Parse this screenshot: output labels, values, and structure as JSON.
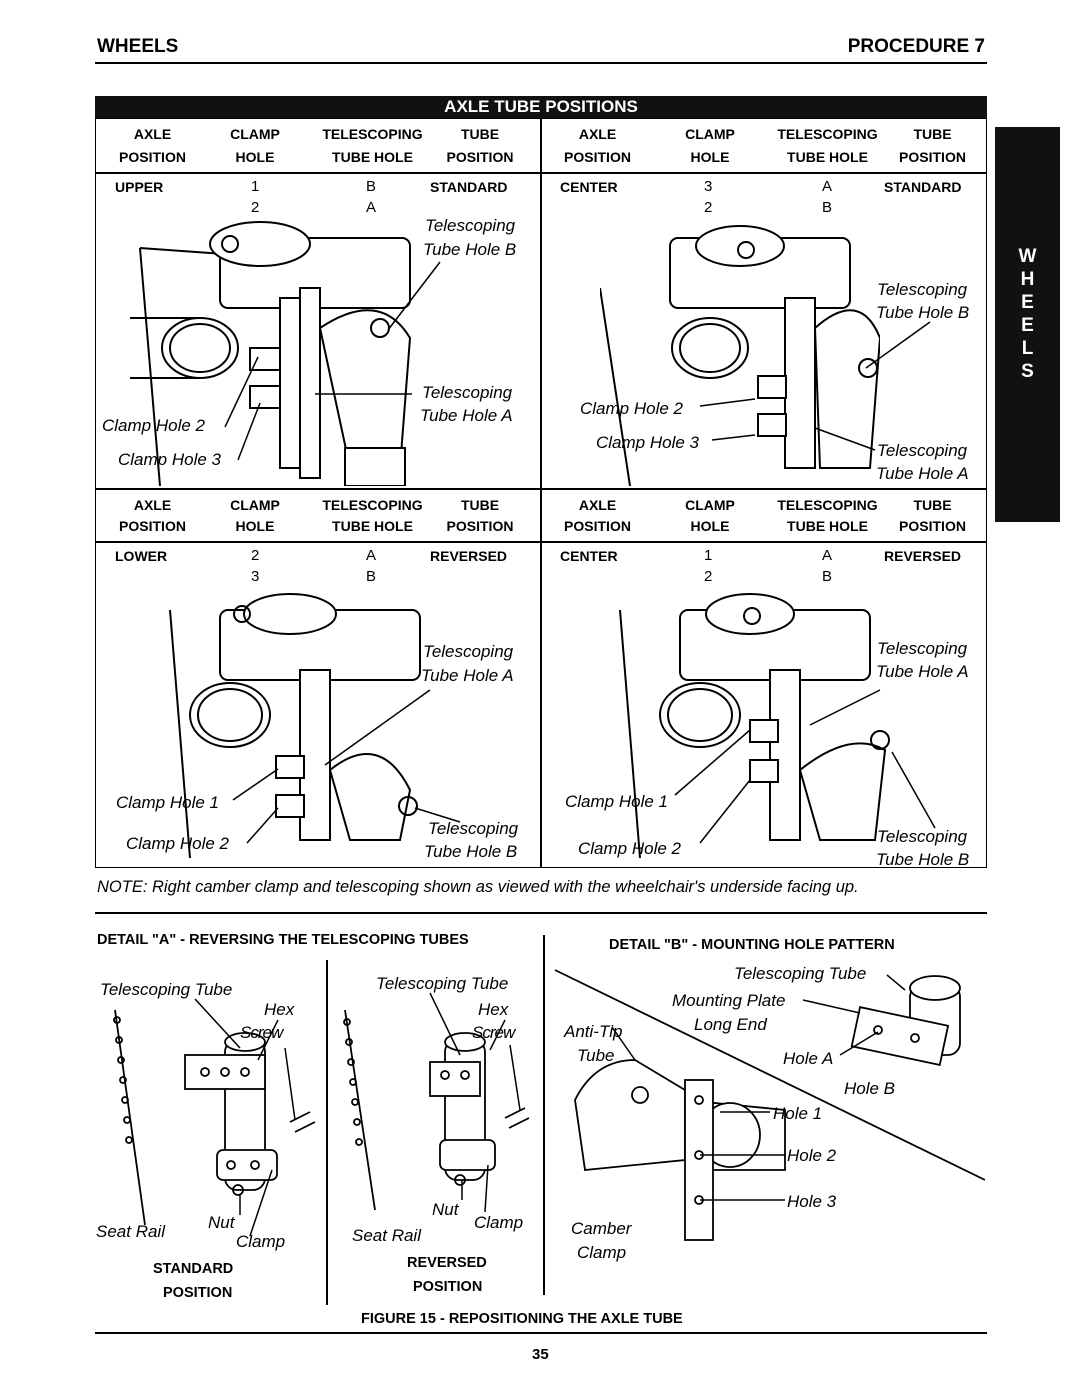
{
  "header": {
    "left": "WHEELS",
    "right": "PROCEDURE 7"
  },
  "table_title": "AXLE TUBE POSITIONS",
  "side_tab": [
    "W",
    "H",
    "E",
    "E",
    "L",
    "S"
  ],
  "col_headers": {
    "axle": [
      "AXLE",
      "POSITION"
    ],
    "clamp": [
      "CLAMP",
      "HOLE"
    ],
    "telescoping": [
      "TELESCOPING",
      "TUBE HOLE"
    ],
    "tube": [
      "TUBE",
      "POSITION"
    ]
  },
  "panels": [
    {
      "axle": "UPPER",
      "clamp": [
        "1",
        "2"
      ],
      "tele": [
        "B",
        "A"
      ],
      "tube": "STANDARD",
      "labels": {
        "t1": "Telescoping",
        "t1b": "Tube Hole B",
        "t2": "Telescoping",
        "t2b": "Tube Hole A",
        "c1": "Clamp Hole 2",
        "c2": "Clamp Hole 3"
      }
    },
    {
      "axle": "CENTER",
      "clamp": [
        "3",
        "2"
      ],
      "tele": [
        "A",
        "B"
      ],
      "tube": "STANDARD",
      "labels": {
        "t1": "Telescoping",
        "t1b": "Tube Hole B",
        "t2": "Telescoping",
        "t2b": "Tube Hole A",
        "c1": "Clamp Hole 2",
        "c2": "Clamp Hole 3"
      }
    },
    {
      "axle": "LOWER",
      "clamp": [
        "2",
        "3"
      ],
      "tele": [
        "A",
        "B"
      ],
      "tube": "REVERSED",
      "labels": {
        "t1": "Telescoping",
        "t1b": "Tube Hole A",
        "t2": "Telescoping",
        "t2b": "Tube Hole B",
        "c1": "Clamp Hole 1",
        "c2": "Clamp Hole 2"
      }
    },
    {
      "axle": "CENTER",
      "clamp": [
        "1",
        "2"
      ],
      "tele": [
        "A",
        "B"
      ],
      "tube": "REVERSED",
      "labels": {
        "t1": "Telescoping",
        "t1b": "Tube Hole A",
        "t2": "Telescoping",
        "t2b": "Tube Hole B",
        "c1": "Clamp Hole 1",
        "c2": "Clamp Hole 2"
      }
    }
  ],
  "note": "NOTE: Right camber clamp and telescoping shown as viewed with the wheelchair's underside facing up.",
  "detail_a": {
    "title": "DETAIL \"A\" - REVERSING THE TELESCOPING TUBES",
    "standard": {
      "tube": "Telescoping Tube",
      "hex": "Hex",
      "screw": "Screw",
      "seat": "Seat Rail",
      "nut": "Nut",
      "clamp": "Clamp",
      "cap1": "STANDARD",
      "cap2": "POSITION"
    },
    "reversed": {
      "tube": "Telescoping Tube",
      "hex": "Hex",
      "screw": "Screw",
      "seat": "Seat Rail",
      "nut": "Nut",
      "clamp": "Clamp",
      "cap1": "REVERSED",
      "cap2": "POSITION"
    }
  },
  "detail_b": {
    "title": "DETAIL \"B\" - MOUNTING HOLE PATTERN",
    "tube": "Telescoping Tube",
    "plate": "Mounting Plate",
    "long": "Long End",
    "antitip": "Anti-Tip",
    "antitip2": "Tube",
    "holeA": "Hole A",
    "holeB": "Hole B",
    "hole1": "Hole 1",
    "hole2": "Hole 2",
    "hole3": "Hole 3",
    "camber": "Camber",
    "camber2": "Clamp"
  },
  "figure_caption": "FIGURE 15 - REPOSITIONING THE AXLE TUBE",
  "page_number": "35"
}
